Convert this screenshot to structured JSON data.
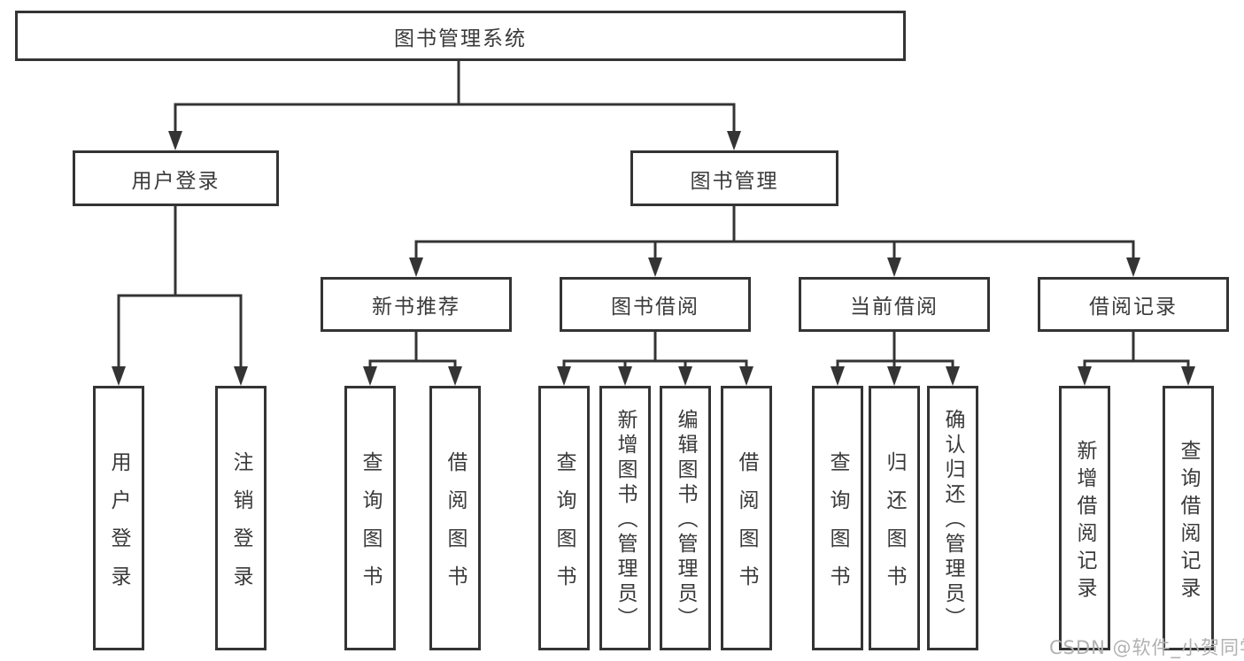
{
  "tree": {
    "root": {
      "label": "图书管理系统",
      "children": [
        {
          "label": "用户登录",
          "children": [
            {
              "label": "用户登录"
            },
            {
              "label": "注销登录"
            }
          ]
        },
        {
          "label": "图书管理",
          "children": [
            {
              "label": "新书推荐",
              "children": [
                {
                  "label": "查询图书"
                },
                {
                  "label": "借阅图书"
                }
              ]
            },
            {
              "label": "图书借阅",
              "children": [
                {
                  "label": "查询图书"
                },
                {
                  "label": "新增图书（管理员）"
                },
                {
                  "label": "编辑图书（管理员）"
                },
                {
                  "label": "借阅图书"
                }
              ]
            },
            {
              "label": "当前借阅",
              "children": [
                {
                  "label": "查询图书"
                },
                {
                  "label": "归还图书"
                },
                {
                  "label": "确认归还（管理员）"
                }
              ]
            },
            {
              "label": "借阅记录",
              "children": [
                {
                  "label": "新增借阅记录"
                },
                {
                  "label": "查询借阅记录"
                }
              ]
            }
          ]
        }
      ]
    }
  },
  "watermark": {
    "text": "CSDN @软件_小贺同学"
  },
  "colors": {
    "line": "#343434",
    "text": "#3a3a3a",
    "watermark": "#b1b1b1",
    "background": "#ffffff"
  }
}
